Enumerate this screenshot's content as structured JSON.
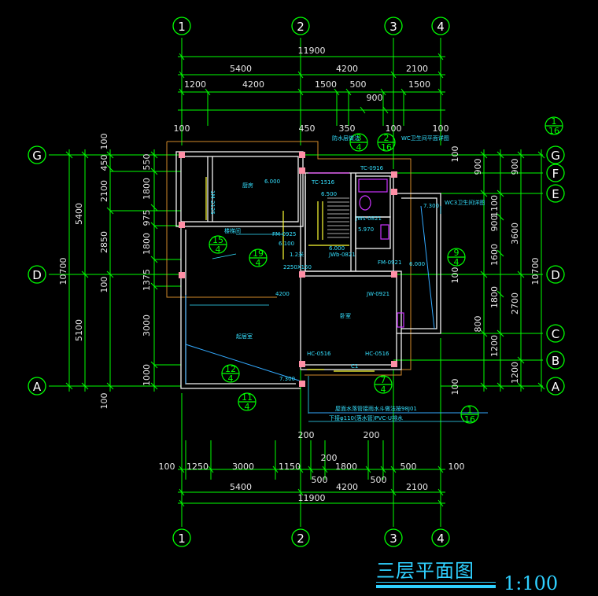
{
  "drawing": {
    "title": "三层平面图",
    "scale": "1:100"
  },
  "axes": {
    "vertical": [
      "1",
      "2",
      "3",
      "4"
    ],
    "horizontal": [
      "G",
      "F",
      "E",
      "D",
      "C",
      "B",
      "A"
    ]
  },
  "dims": {
    "top_total": "11900",
    "top_row1": [
      "5400",
      "4200",
      "2100"
    ],
    "top_row2": [
      "1200",
      "4200",
      "1500",
      "500",
      "1500"
    ],
    "top_mid": "900",
    "top_row3": [
      "100",
      "450",
      "350",
      "100",
      "100"
    ],
    "bottom_total": "11900",
    "bottom_row1": [
      "5400",
      "4200",
      "2100"
    ],
    "bottom_row2": [
      "100",
      "1250",
      "3000",
      "1150",
      "200",
      "1800",
      "500",
      "100"
    ],
    "bottom_small": [
      "500",
      "500",
      "200",
      "200"
    ],
    "left_total": "10700",
    "left_row1": [
      "5400",
      "5100"
    ],
    "left_row2": [
      "450",
      "2100",
      "2850",
      "100"
    ],
    "left_row3": [
      "550",
      "1800",
      "975",
      "1800",
      "1375",
      "3000",
      "1000"
    ],
    "left_small": [
      "100",
      "100"
    ],
    "right_total": "10700",
    "right_row1": [
      "3600",
      "2700",
      "1200"
    ],
    "right_row2": [
      "900",
      "1100",
      "1600",
      "1800",
      "800",
      "1200"
    ],
    "right_row3": [
      "900",
      "900",
      "100",
      "100"
    ],
    "right_small": [
      "100",
      "100"
    ]
  },
  "labels": {
    "c34": [
      "3",
      "4"
    ],
    "c216": [
      "2",
      "16"
    ],
    "c116top": [
      "1",
      "16"
    ],
    "c154": [
      "15",
      "4"
    ],
    "c194": [
      "19",
      "4"
    ],
    "c94": [
      "9",
      "4"
    ],
    "c124": [
      "12",
      "4"
    ],
    "c114": [
      "11",
      "4"
    ],
    "c74": [
      "7",
      "4"
    ],
    "c116bot": [
      "1",
      "16"
    ],
    "elev": [
      "6.000",
      "6.500",
      "5.970",
      "6.000",
      "6.100",
      "6.000",
      "7.300",
      "7.300"
    ],
    "doors": [
      "TC-1516",
      "JWs-0821",
      "TC-0916",
      "JWb-0821",
      "FM-0925",
      "JW-0921",
      "HC-0516",
      "HC-0516",
      "C1",
      "FM-0921",
      "1M-2125"
    ],
    "notes": [
      "防水层做法",
      "WC卫生间平面详图",
      "WC3卫生间详图",
      "4200",
      "2250X150",
      "1.2米",
      "卧室",
      "厨房",
      "起居室",
      "楼梯间"
    ],
    "bottom_notes": [
      "屋面水落管接雨水斗做法按98J01",
      "下接φ110(落水管)PVC-U排水"
    ]
  }
}
